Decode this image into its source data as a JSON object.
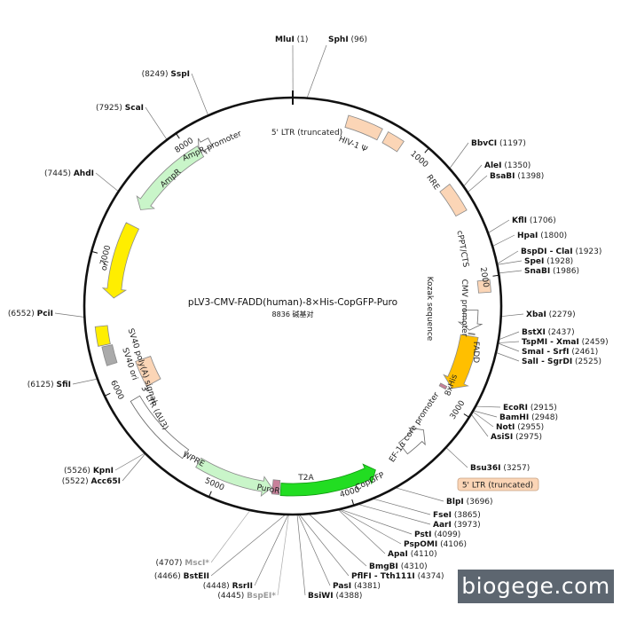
{
  "plasmid": {
    "name": "pLV3-CMV-FADD(human)-8×His-CopGFP-Puro",
    "size_label": "8836 碱基对",
    "total_bp": 8836
  },
  "colors": {
    "backbone": "#222222",
    "peach": "#fbd5b6",
    "amp_green": "#c9f5c9",
    "ori_yellow": "#ffee00",
    "fadd_orange": "#ffbf00",
    "copgfp_green": "#22dd22",
    "t2a_mauve": "#c8809a",
    "grey_box": "#aaaaaa"
  },
  "bp_ticks": [
    {
      "label": "1000",
      "bp": 1000
    },
    {
      "label": "2000",
      "bp": 2000
    },
    {
      "label": "3000",
      "bp": 3000
    },
    {
      "label": "4000",
      "bp": 4000
    },
    {
      "label": "5000",
      "bp": 5000
    },
    {
      "label": "6000",
      "bp": 6000
    },
    {
      "label": "7000",
      "bp": 7000
    },
    {
      "label": "8000",
      "bp": 8000
    }
  ],
  "features": [
    {
      "label": "5' LTR (truncated)",
      "start": 400,
      "end": 660,
      "shape": "box",
      "color": "peach"
    },
    {
      "label": "HIV-1 Ψ",
      "start": 705,
      "end": 835,
      "shape": "box",
      "color": "peach"
    },
    {
      "label": "RRE",
      "start": 1280,
      "end": 1500,
      "shape": "box",
      "color": "peach"
    },
    {
      "label": "cPPT/CTS",
      "start": 2020,
      "end": 2110,
      "shape": "box",
      "color": "peach"
    },
    {
      "label": "CMV promoter",
      "start": 2240,
      "end": 2400,
      "shape": "arrow",
      "dir": 1,
      "color": "white"
    },
    {
      "label": "Kozak sequence",
      "start": 2420,
      "end": 2432,
      "shape": "tick",
      "color": "grey"
    },
    {
      "label": "FADD",
      "start": 2445,
      "end": 2880,
      "shape": "arrow",
      "dir": 1,
      "color": "fadd_orange"
    },
    {
      "label": "8xHis",
      "start": 2885,
      "end": 2910,
      "shape": "box",
      "color": "t2a_mauve"
    },
    {
      "label": "EF-1α core promoter",
      "start": 3275,
      "end": 3490,
      "shape": "arrow",
      "dir": -1,
      "color": "white"
    },
    {
      "label": "CopGFP",
      "start": 3760,
      "end": 4510,
      "shape": "arrow",
      "dir": -1,
      "color": "copgfp_green"
    },
    {
      "label": "T2A",
      "start": 4520,
      "end": 4575,
      "shape": "box",
      "color": "t2a_mauve"
    },
    {
      "label": "PuroR",
      "start": 4580,
      "end": 5180,
      "shape": "arrow",
      "dir": -1,
      "color": "amp_green"
    },
    {
      "label": "WPRE",
      "start": 5300,
      "end": 5880,
      "shape": "box",
      "color": "white"
    },
    {
      "label": "3' LTR (ΔU3)",
      "start": 5920,
      "end": 6150,
      "shape": "box",
      "color": "peach"
    },
    {
      "label": "SV40 ori",
      "start": 6190,
      "end": 6330,
      "shape": "box",
      "color": "grey_box"
    },
    {
      "label": "SV40 poly(A) signal",
      "start": 6340,
      "end": 6480,
      "shape": "box",
      "color": "ori_yellow"
    },
    {
      "label": "ori",
      "start": 6690,
      "end": 7280,
      "shape": "arrow",
      "dir": -1,
      "color": "ori_yellow"
    },
    {
      "label": "AmpR",
      "start": 7420,
      "end": 8080,
      "shape": "arrow",
      "dir": -1,
      "color": "amp_green"
    },
    {
      "label": "AmpR promoter",
      "start": 8080,
      "end": 8180,
      "shape": "arrow",
      "dir": -1,
      "color": "white"
    }
  ],
  "sites": [
    {
      "name": "MluI",
      "pos": "1"
    },
    {
      "name": "SphI",
      "pos": "96"
    },
    {
      "name": "SspI",
      "pos": "8249"
    },
    {
      "name": "ScaI",
      "pos": "7925"
    },
    {
      "name": "AhdI",
      "pos": "7445"
    },
    {
      "name": "PciI",
      "pos": "6552"
    },
    {
      "name": "SfiI",
      "pos": "6125"
    },
    {
      "name": "KpnI",
      "pos": "5526"
    },
    {
      "name": "Acc65I",
      "pos": "5522"
    },
    {
      "name": "BbvCI",
      "pos": "1197"
    },
    {
      "name": "AleI",
      "pos": "1350"
    },
    {
      "name": "BsaBI",
      "pos": "1398"
    },
    {
      "name": "KflI",
      "pos": "1706"
    },
    {
      "name": "HpaI",
      "pos": "1800"
    },
    {
      "name": "BspDI - ClaI",
      "pos": "1923"
    },
    {
      "name": "SpeI",
      "pos": "1928"
    },
    {
      "name": "SnaBI",
      "pos": "1986"
    },
    {
      "name": "XbaI",
      "pos": "2279"
    },
    {
      "name": "BstXI",
      "pos": "2437"
    },
    {
      "name": "TspMI - XmaI",
      "pos": "2459"
    },
    {
      "name": "SmaI - SrfI",
      "pos": "2461"
    },
    {
      "name": "SalI - SgrDI",
      "pos": "2525"
    },
    {
      "name": "EcoRI",
      "pos": "2915"
    },
    {
      "name": "BamHI",
      "pos": "2948"
    },
    {
      "name": "NotI",
      "pos": "2955"
    },
    {
      "name": "AsiSI",
      "pos": "2975"
    },
    {
      "name": "Bsu36I",
      "pos": "3257"
    },
    {
      "name": "BlpI",
      "pos": "3696"
    },
    {
      "name": "FseI",
      "pos": "3865"
    },
    {
      "name": "AarI",
      "pos": "3973"
    },
    {
      "name": "PstI",
      "pos": "4099"
    },
    {
      "name": "PspOMI",
      "pos": "4106"
    },
    {
      "name": "ApaI",
      "pos": "4110"
    },
    {
      "name": "BmgBI",
      "pos": "4310"
    },
    {
      "name": "PflFI - Tth111I",
      "pos": "4374"
    },
    {
      "name": "PasI",
      "pos": "4381"
    },
    {
      "name": "BsiWI",
      "pos": "4388"
    },
    {
      "name": "MscI*",
      "pos": "4707",
      "muted": true
    },
    {
      "name": "BstEII",
      "pos": "4466"
    },
    {
      "name": "RsrII",
      "pos": "4448"
    },
    {
      "name": "BspEI*",
      "pos": "4445",
      "muted": true
    }
  ],
  "callout_label": "5' LTR (truncated)",
  "watermark": "biogege.com"
}
